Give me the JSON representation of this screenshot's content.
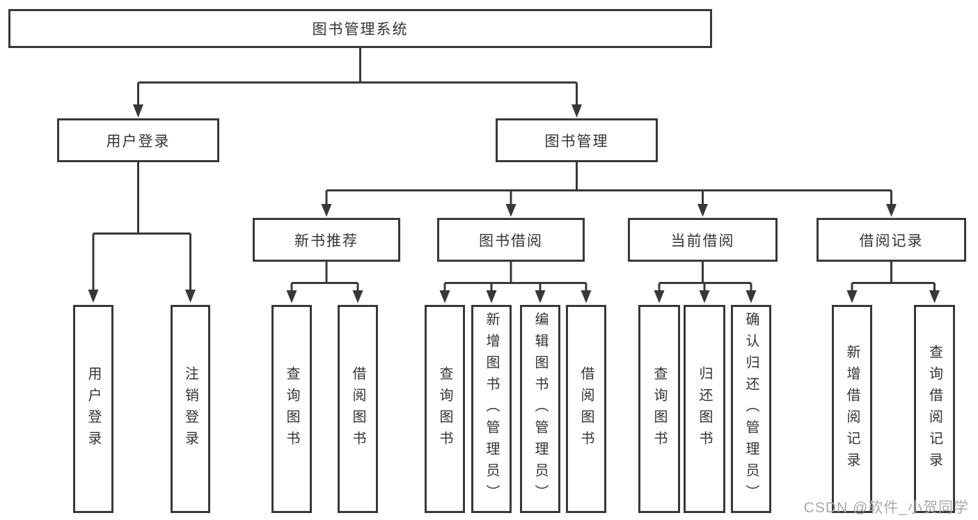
{
  "tree": {
    "root": {
      "label": "图书管理系统"
    },
    "user_login": {
      "label": "用户登录",
      "children": {
        "login": {
          "label": "用户登录"
        },
        "logout": {
          "label": "注销登录"
        }
      }
    },
    "book_mgmt": {
      "label": "图书管理",
      "modules": {
        "new_books": {
          "label": "新书推荐",
          "children": {
            "query": {
              "label": "查询图书"
            },
            "borrow": {
              "label": "借阅图书"
            }
          }
        },
        "borrowing": {
          "label": "图书借阅",
          "children": {
            "query": {
              "label": "查询图书"
            },
            "add": {
              "label": "新增图书（管理员）"
            },
            "edit": {
              "label": "编辑图书（管理员）"
            },
            "borrow": {
              "label": "借阅图书"
            }
          }
        },
        "current": {
          "label": "当前借阅",
          "children": {
            "query": {
              "label": "查询图书"
            },
            "return": {
              "label": "归还图书"
            },
            "confirm": {
              "label": "确认归还（管理员）"
            }
          }
        },
        "records": {
          "label": "借阅记录",
          "children": {
            "add": {
              "label": "新增借阅记录"
            },
            "query": {
              "label": "查询借阅记录"
            }
          }
        }
      }
    }
  },
  "watermark": {
    "text": "CSDN @软件_小贺同学"
  },
  "colors": {
    "line": "#383838",
    "border": "#383838",
    "text": "#333333",
    "background": "#ffffff",
    "watermark": "#a9a9ac"
  }
}
